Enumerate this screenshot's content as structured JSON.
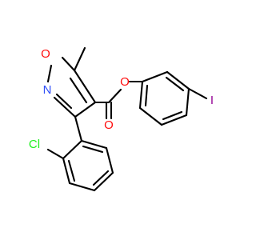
{
  "molecule": {
    "atom_labels": {
      "ring_oxygen": "O",
      "ring_nitrogen": "N",
      "carbonyl_oxygen": "O",
      "ester_oxygen": "O",
      "chlorine": "Cl",
      "iodine": "I"
    },
    "colors": {
      "bond": "#000000",
      "oxygen": "#ff0d0d",
      "nitrogen": "#3050f8",
      "chlorine": "#1ff01f",
      "iodine": "#940094"
    }
  }
}
